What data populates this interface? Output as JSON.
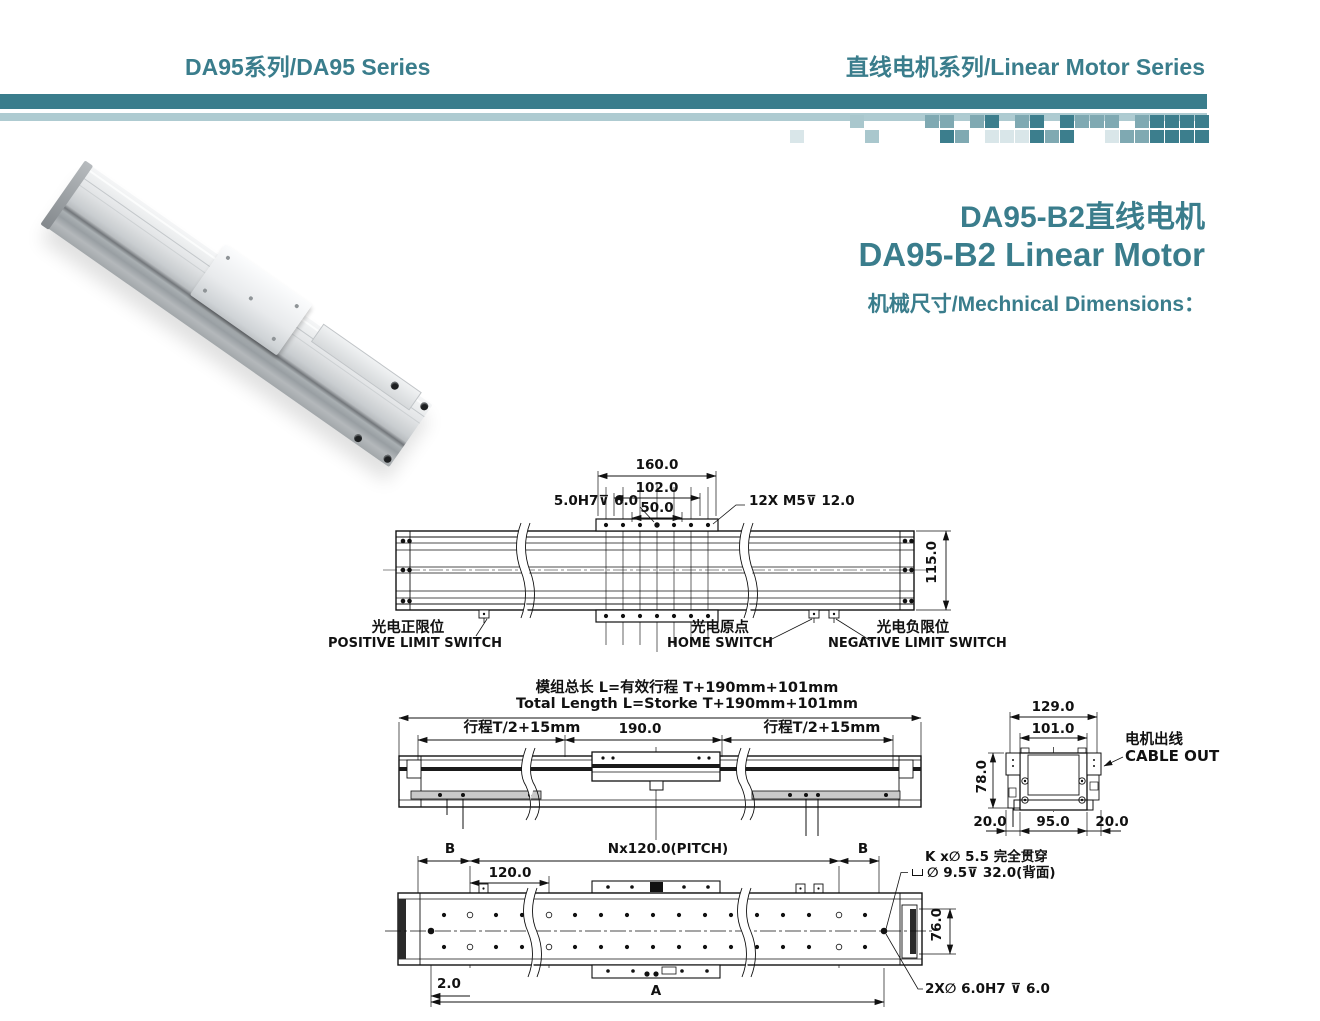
{
  "header": {
    "left": "DA95系列/DA95 Series",
    "right": "直线电机系列/Linear Motor Series"
  },
  "title": {
    "zh": "DA95-B2直线电机",
    "en": "DA95-B2 Linear Motor",
    "sub": "机械尺寸/Mechnical Dimensions："
  },
  "colors": {
    "teal": "#3A7D8C",
    "teal_light_bar": "#AECBD1",
    "drawing_line": "#111111"
  },
  "mosaic": {
    "rows": [
      "....2....33.34.34.4333.34444",
      "1....2....43.111434..1334444"
    ],
    "shades": {
      "1": "#D9E6E9",
      "2": "#A9C7CD",
      "3": "#7FA9B2",
      "4": "#3C7E8D"
    }
  },
  "top_view": {
    "dim_160": "160.0",
    "dim_102": "102.0",
    "dim_50": "50.0",
    "note_left": "5.0H7⊽ 6.0",
    "note_right": "12X M5⊽ 12.0",
    "dim_115": "115.0",
    "switch_positive_zh": "光电正限位",
    "switch_positive_en": "POSITIVE LIMIT SWITCH",
    "switch_home_zh": "光电原点",
    "switch_home_en": "HOME SWITCH",
    "switch_negative_zh": "光电负限位",
    "switch_negative_en": "NEGATIVE LIMIT SWITCH"
  },
  "front_view": {
    "total_zh": "模组总长 L=有效行程 T+190mm+101mm",
    "total_en": "Total Length L=Storke T+190mm+101mm",
    "stroke_left": "行程T/2+15mm",
    "dim_190": "190.0",
    "stroke_right": "行程T/2+15mm"
  },
  "end_view": {
    "dim_129": "129.0",
    "dim_101": "101.0",
    "dim_78": "78.0",
    "dim_20_left": "20.0",
    "dim_95": "95.0",
    "dim_20_right": "20.0",
    "cable_zh": "电机出线",
    "cable_en": "CABLE OUT"
  },
  "bottom_view": {
    "b_left": "B",
    "pitch": "Nx120.0(PITCH)",
    "b_right": "B",
    "dim_120": "120.0",
    "k_note_line1": "K x∅ 5.5 完全贯穿",
    "k_note_line2": "∅ 9.5⊽ 32.0(背面)",
    "dim_76": "76.0",
    "dim_2": "2.0",
    "dim_a": "A",
    "note_2x": "2X∅ 6.0H7 ⊽ 6.0"
  }
}
